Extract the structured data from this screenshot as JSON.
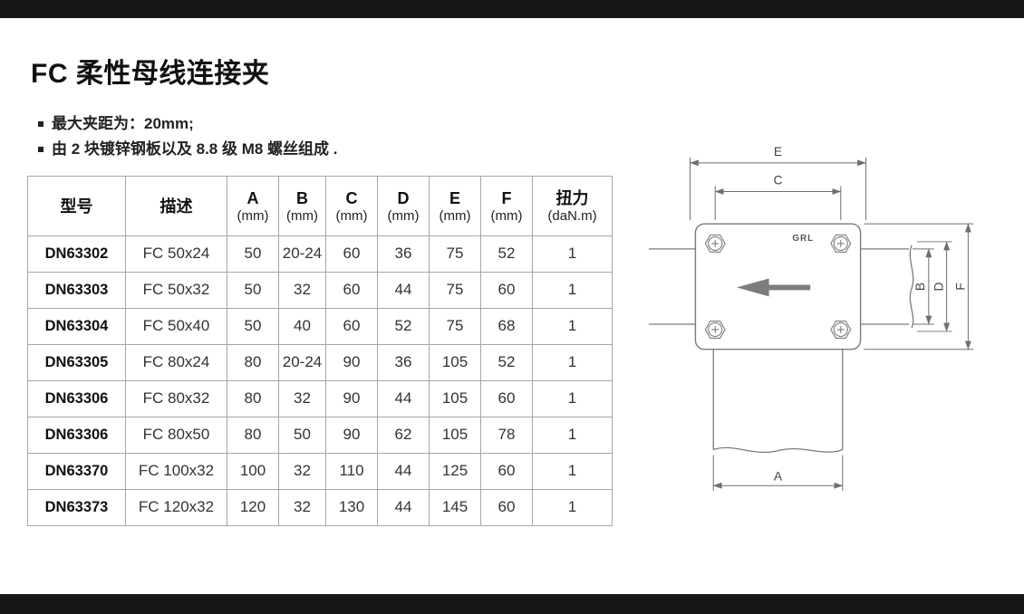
{
  "page": {
    "title": "FC 柔性母线连接夹",
    "bullets": [
      "最大夹距为：20mm;",
      "由 2 块镀锌钢板以及 8.8 级 M8 螺丝组成 ."
    ]
  },
  "table": {
    "headers": [
      {
        "line1": "型号",
        "line2": ""
      },
      {
        "line1": "描述",
        "line2": ""
      },
      {
        "line1": "A",
        "line2": "(mm)"
      },
      {
        "line1": "B",
        "line2": "(mm)"
      },
      {
        "line1": "C",
        "line2": "(mm)"
      },
      {
        "line1": "D",
        "line2": "(mm)"
      },
      {
        "line1": "E",
        "line2": "(mm)"
      },
      {
        "line1": "F",
        "line2": "(mm)"
      },
      {
        "line1": "扭力",
        "line2": "(daN.m)"
      }
    ],
    "rows": [
      {
        "model": "DN63302",
        "desc": "FC 50x24",
        "a": "50",
        "b": "20-24",
        "c": "60",
        "d": "36",
        "e": "75",
        "f": "52",
        "torque": "1"
      },
      {
        "model": "DN63303",
        "desc": "FC 50x32",
        "a": "50",
        "b": "32",
        "c": "60",
        "d": "44",
        "e": "75",
        "f": "60",
        "torque": "1"
      },
      {
        "model": "DN63304",
        "desc": "FC 50x40",
        "a": "50",
        "b": "40",
        "c": "60",
        "d": "52",
        "e": "75",
        "f": "68",
        "torque": "1"
      },
      {
        "model": "DN63305",
        "desc": "FC 80x24",
        "a": "80",
        "b": "20-24",
        "c": "90",
        "d": "36",
        "e": "105",
        "f": "52",
        "torque": "1"
      },
      {
        "model": "DN63306",
        "desc": "FC 80x32",
        "a": "80",
        "b": "32",
        "c": "90",
        "d": "44",
        "e": "105",
        "f": "60",
        "torque": "1"
      },
      {
        "model": "DN63306",
        "desc": "FC 80x50",
        "a": "80",
        "b": "50",
        "c": "90",
        "d": "62",
        "e": "105",
        "f": "78",
        "torque": "1"
      },
      {
        "model": "DN63370",
        "desc": "FC 100x32",
        "a": "100",
        "b": "32",
        "c": "110",
        "d": "44",
        "e": "125",
        "f": "60",
        "torque": "1"
      },
      {
        "model": "DN63373",
        "desc": "FC 120x32",
        "a": "120",
        "b": "32",
        "c": "130",
        "d": "44",
        "e": "145",
        "f": "60",
        "torque": "1"
      }
    ]
  },
  "diagram": {
    "brand": "GRL",
    "labels": {
      "top_width": "E",
      "hole_span": "C",
      "bar_width": "B",
      "plate_inner": "D",
      "plate_height": "F",
      "bottom_width": "A"
    }
  },
  "colors": {
    "band": "#161616",
    "text": "#222222",
    "table_border": "#a6a6a6",
    "drawing_line": "#7a7a7a"
  }
}
